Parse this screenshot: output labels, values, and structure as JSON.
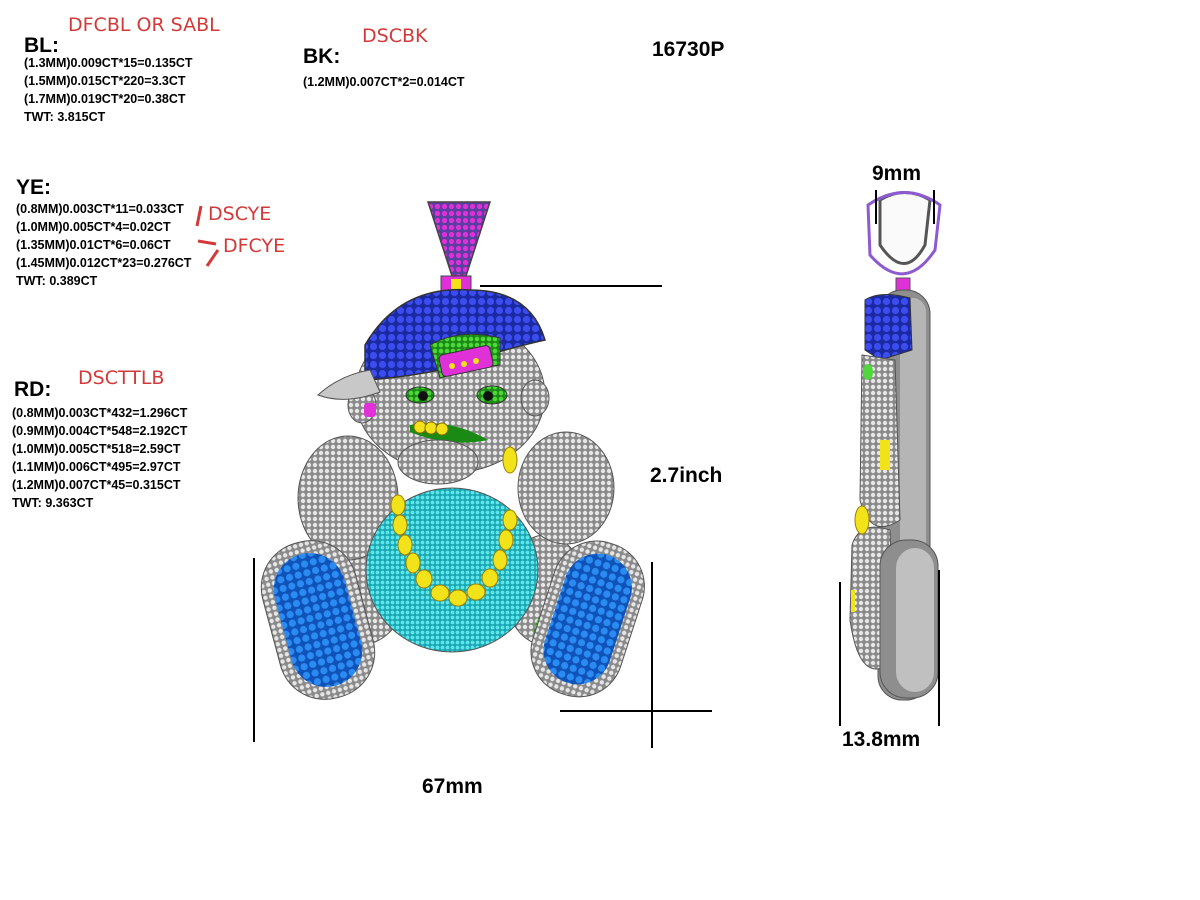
{
  "model_number": "16730P",
  "groups": {
    "bl": {
      "heading": "BL:",
      "note": "DFCBL OR SABL",
      "lines": [
        "(1.3MM)0.009CT*15=0.135CT",
        "(1.5MM)0.015CT*220=3.3CT",
        "(1.7MM)0.019CT*20=0.38CT",
        "TWT:  3.815CT"
      ]
    },
    "bk": {
      "heading": "BK:",
      "note": "DSCBK",
      "lines": [
        "(1.2MM)0.007CT*2=0.014CT"
      ]
    },
    "ye": {
      "heading": "YE:",
      "note_1": "DSCYE",
      "note_2": "DFCYE",
      "lines": [
        "(0.8MM)0.003CT*11=0.033CT",
        "(1.0MM)0.005CT*4=0.02CT",
        "(1.35MM)0.01CT*6=0.06CT",
        "(1.45MM)0.012CT*23=0.276CT",
        "TWT:  0.389CT"
      ]
    },
    "rd": {
      "heading": "RD:",
      "note": "DSCTTLB",
      "lines": [
        "(0.8MM)0.003CT*432=1.296CT",
        "(0.9MM)0.004CT*548=2.192CT",
        "(1.0MM)0.005CT*518=2.59CT",
        "(1.1MM)0.006CT*495=2.97CT",
        "(1.2MM)0.007CT*45=0.315CT",
        "TWT:  9.363CT"
      ]
    }
  },
  "dimensions": {
    "height": "2.7inch",
    "width": "67mm",
    "bail_width": "9mm",
    "thickness": "13.8mm"
  },
  "colors": {
    "annotation_red": "#d23a3a",
    "stone_blue": "#2f3fd0",
    "stone_light_blue": "#1e7de0",
    "stone_yellow": "#f2e21a",
    "stone_green": "#2cc41e",
    "stone_magenta": "#e023d0",
    "stone_cyan": "#27d0d8",
    "metal_gray": "#9a9a9a"
  }
}
